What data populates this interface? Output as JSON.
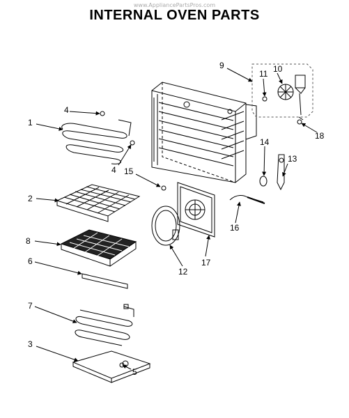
{
  "watermark": "www.AppliancePartsPros.com",
  "title": "INTERNAL OVEN PARTS",
  "callouts": {
    "n1": "1",
    "n2": "2",
    "n3": "3",
    "n4a": "4",
    "n4b": "4",
    "n5": "5",
    "n6": "6",
    "n7": "7",
    "n8": "8",
    "n9": "9",
    "n10": "10",
    "n11": "11",
    "n12": "12",
    "n13": "13",
    "n14": "14",
    "n15": "15",
    "n16": "16",
    "n17": "17",
    "n18": "18"
  }
}
